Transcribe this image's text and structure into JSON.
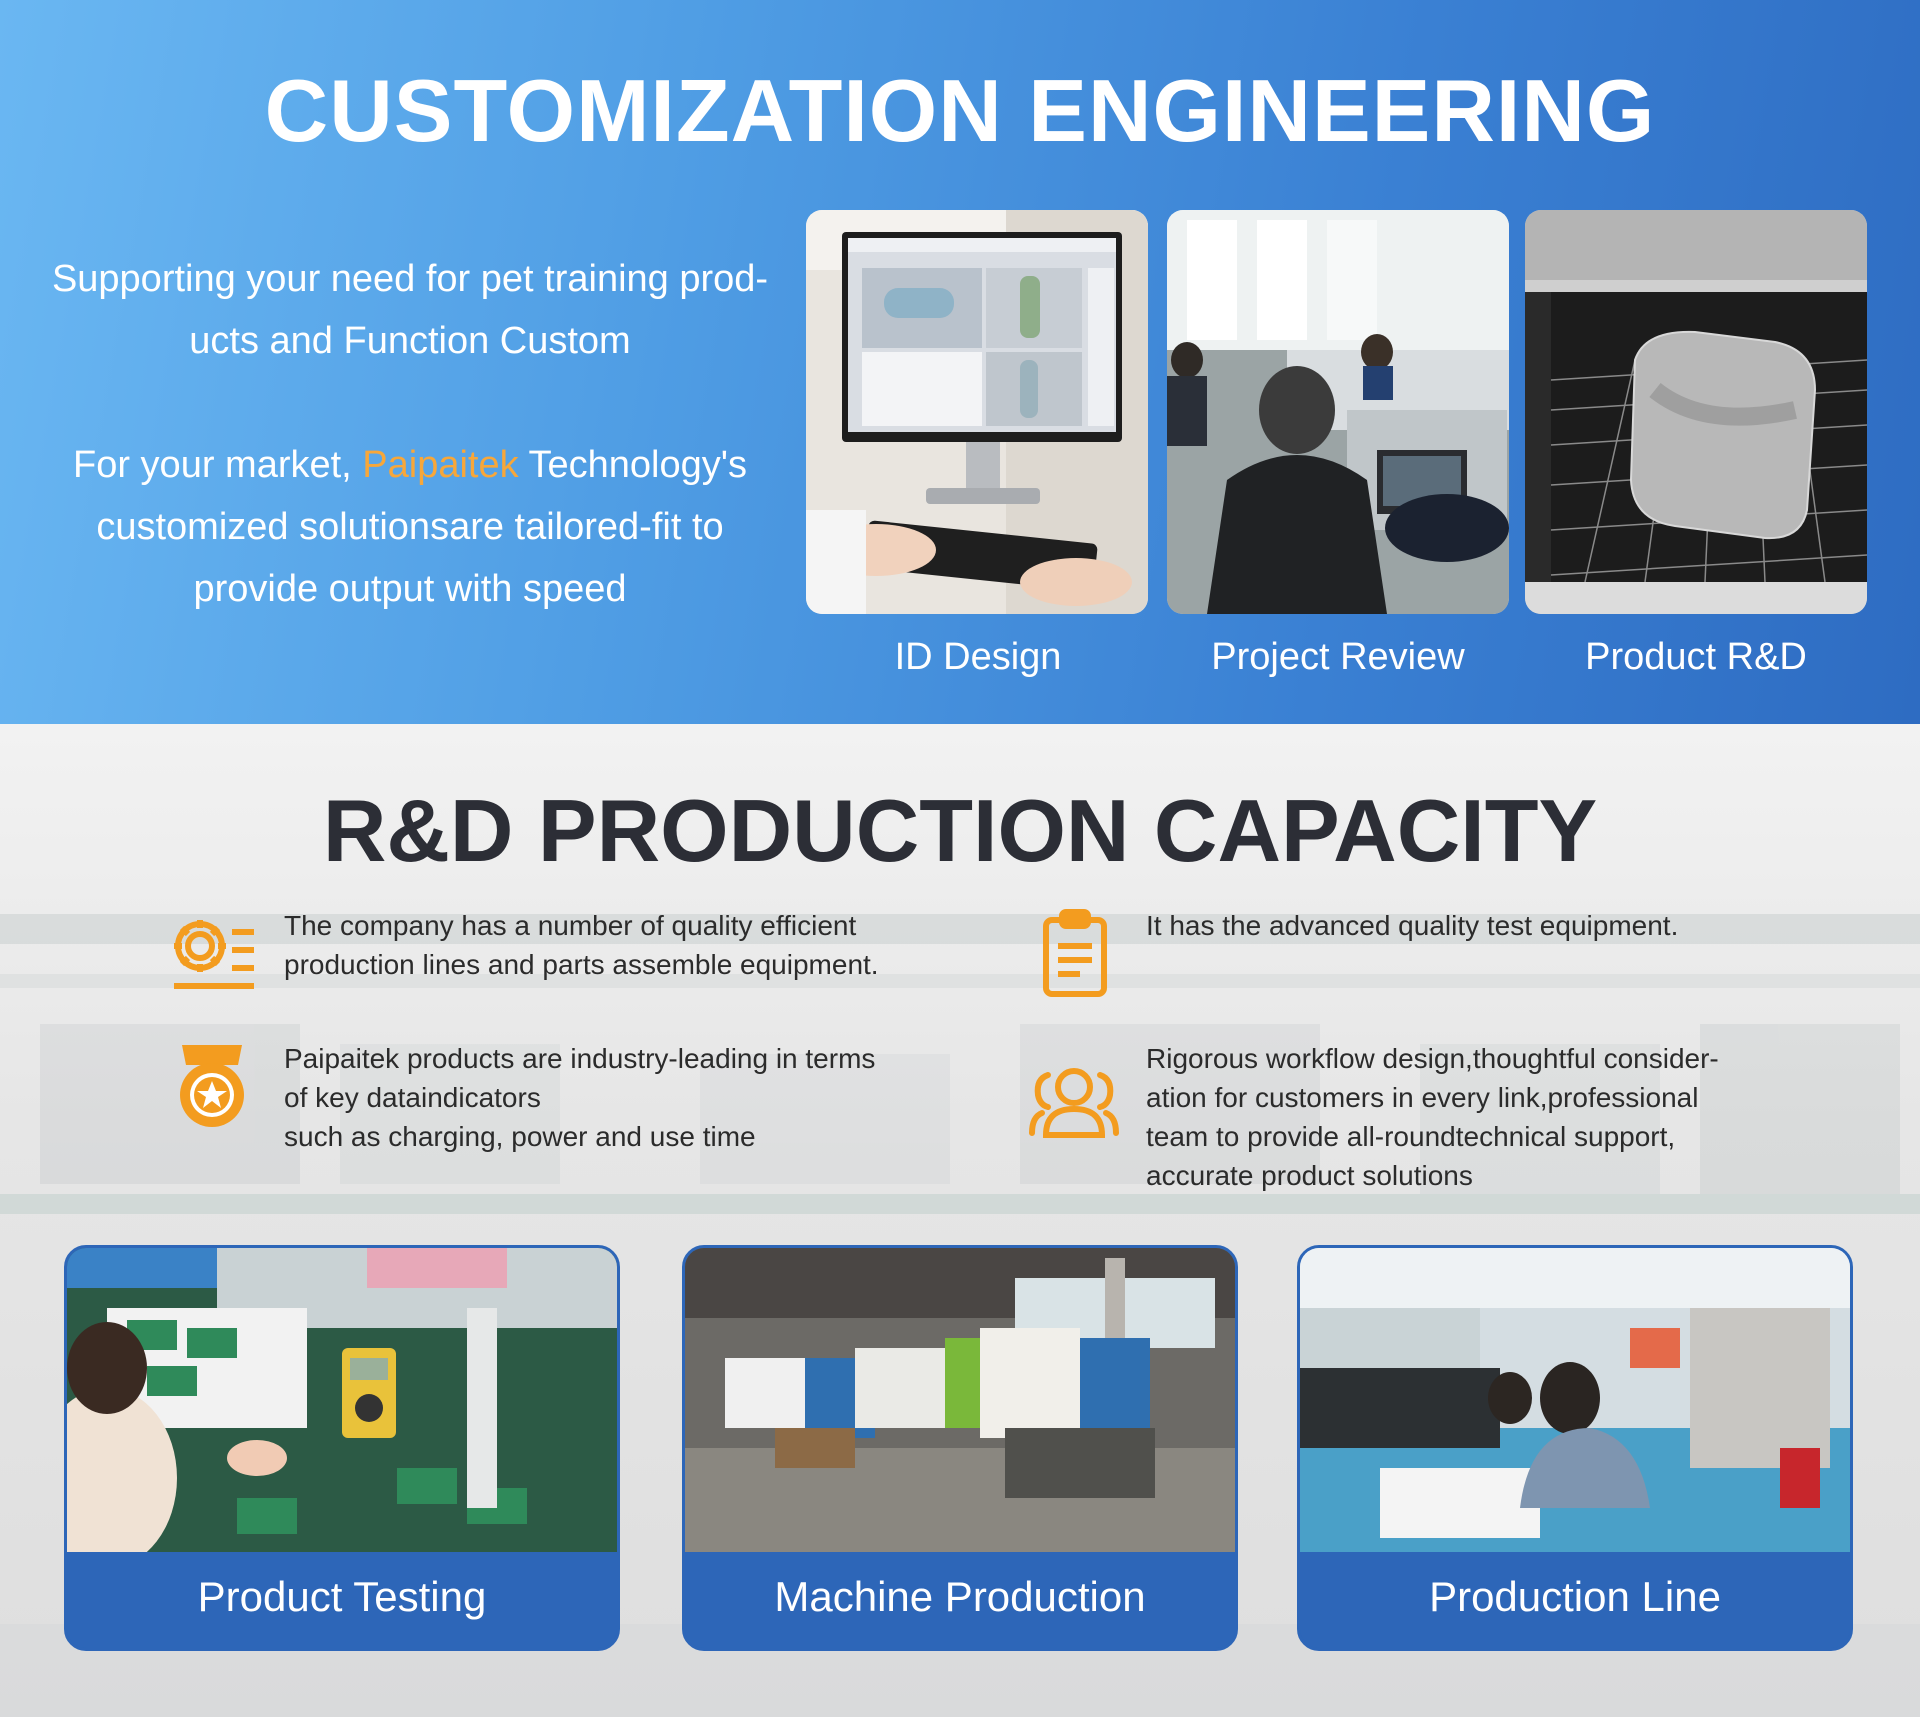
{
  "engineering": {
    "title": "CUSTOMIZATION ENGINEERING",
    "intro_line1": "Supporting your need for pet training prod-",
    "intro_line2": "ucts and Function Custom",
    "intro_line3_prefix": "For your market, ",
    "brand": "Paipaitek",
    "intro_line3_suffix": " Technology's",
    "intro_line4": "customized solutionsare tailored-fit to",
    "intro_line5": "provide output with speed",
    "brand_color": "#f7a73a",
    "photos": [
      {
        "caption": "ID Design"
      },
      {
        "caption": "Project Review"
      },
      {
        "caption": "Product R&D"
      }
    ]
  },
  "capacity": {
    "title": "R&D PRODUCTION CAPACITY",
    "accent_color": "#f39c1f",
    "features": [
      {
        "icon": "gear-settings-icon",
        "lines": [
          "The company has a number of quality efficient",
          "production lines and parts assemble equipment."
        ]
      },
      {
        "icon": "clipboard-icon",
        "lines": [
          "It has the advanced quality test equipment."
        ]
      },
      {
        "icon": "medal-badge-icon",
        "lines": [
          "Paipaitek products are industry-leading in terms",
          "of key dataindicators",
          "such as charging, power and use time"
        ]
      },
      {
        "icon": "team-people-icon",
        "lines": [
          "Rigorous workflow design,thoughtful consider-",
          "ation for customers in every link,professional",
          "team to provide all-roundtechnical support,",
          "accurate product solutions"
        ]
      }
    ],
    "cards": [
      {
        "label": "Product Testing"
      },
      {
        "label": "Machine Production"
      },
      {
        "label": "Production Line"
      }
    ],
    "card_color": "#2d66b8"
  }
}
